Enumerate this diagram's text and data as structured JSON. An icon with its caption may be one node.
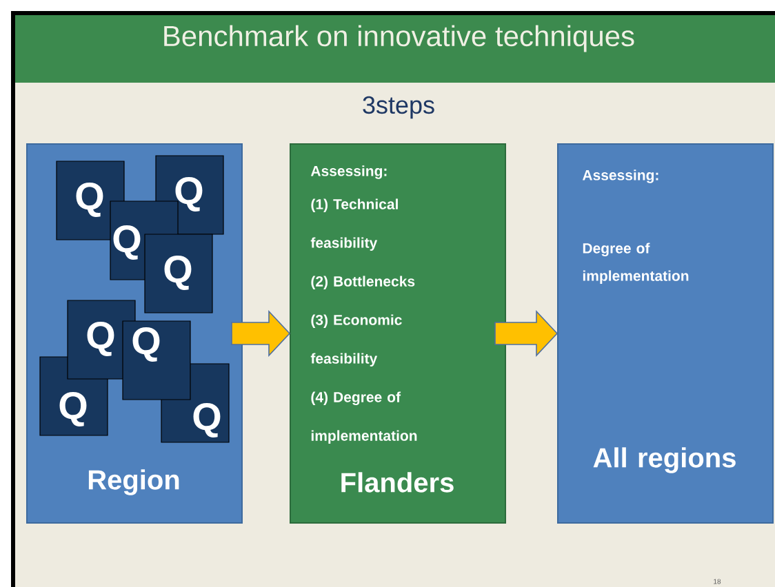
{
  "diagram": {
    "title": "Benchmark on innovative techniques",
    "nodes": [
      {
        "text": [
          "Region"
        ]
      },
      {
        "text": [
          "Q"
        ],
        "in": 0
      },
      {
        "text": [
          "Q"
        ],
        "in": 0
      },
      {
        "text": [
          "Q"
        ],
        "in": 0
      },
      {
        "text": [
          "Q"
        ],
        "in": 0
      },
      {
        "text": [
          "Q"
        ],
        "in": 0
      },
      {
        "text": [
          "Q"
        ],
        "in": 0
      },
      {
        "text": [
          "Q"
        ],
        "in": 0
      },
      {
        "text": [
          "Q"
        ],
        "in": 0
      },
      {
        "text": [
          "Assessing:",
          "(1) Technical feasibility",
          "(2) Bottlenecks",
          "(3) Economic feasibility",
          "(4) Degree of implementation",
          "Flanders"
        ]
      },
      {
        "text": [
          "Assessing:",
          "Degree of implementation",
          "All regions"
        ]
      }
    ],
    "edges": [
      {
        "from": 0,
        "to": 9,
        "arrow": "to"
      },
      {
        "from": 9,
        "to": 10,
        "arrow": "to"
      }
    ],
    "labels": [
      "3steps",
      "18"
    ]
  }
}
